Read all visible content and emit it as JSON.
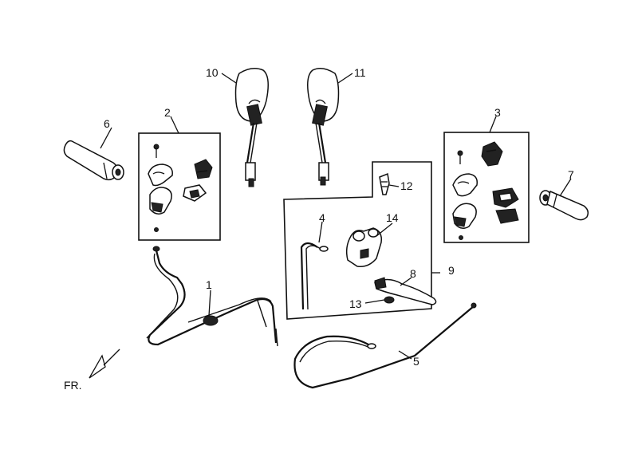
{
  "callouts": {
    "c1": "1",
    "c2": "2",
    "c3": "3",
    "c4": "4",
    "c5": "5",
    "c6": "6",
    "c7": "7",
    "c8": "8",
    "c9": "9",
    "c10": "10",
    "c11": "11",
    "c12": "12",
    "c13": "13",
    "c14": "14"
  },
  "direction_label": "FR."
}
